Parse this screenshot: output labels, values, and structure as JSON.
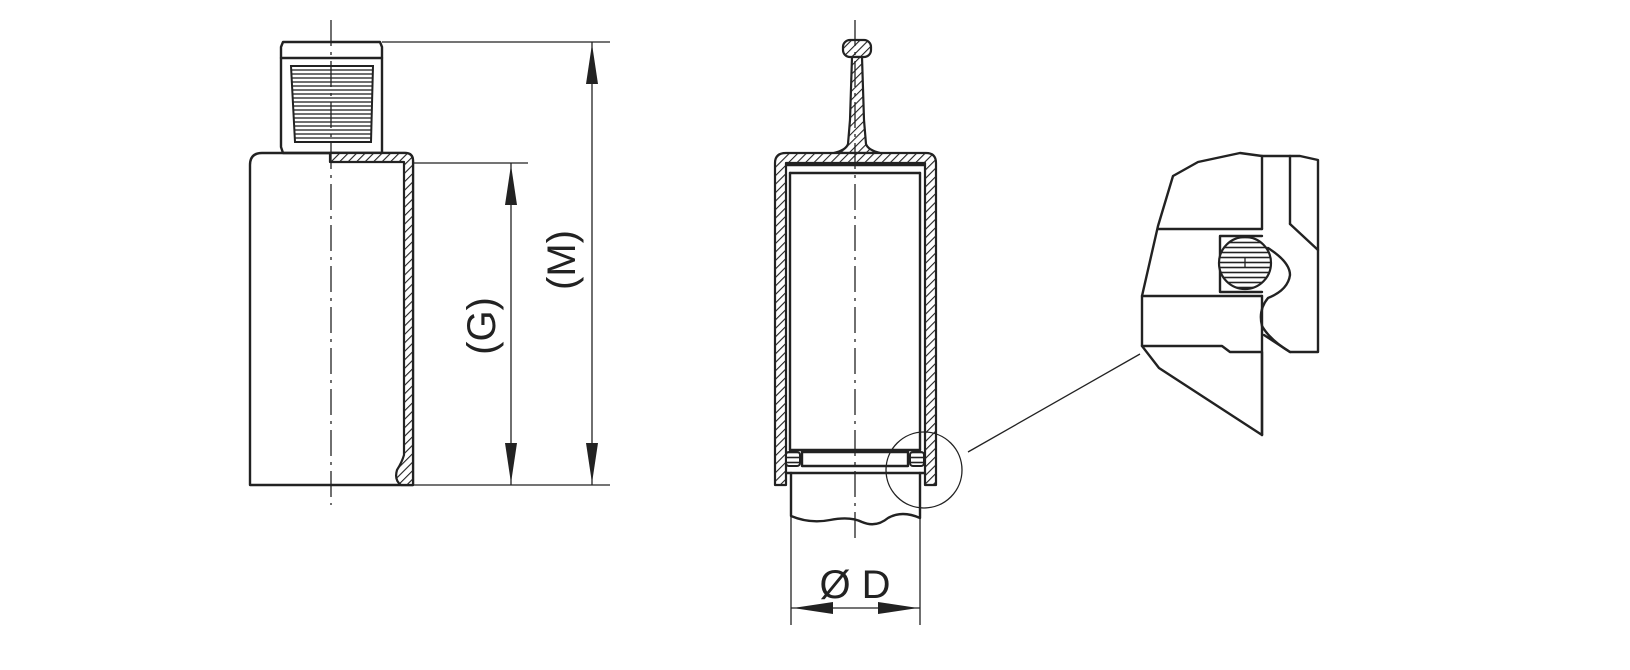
{
  "diagram": {
    "dimension_labels": {
      "overall_height": "(M)",
      "body_height": "(G)",
      "diameter": "Ø D"
    },
    "colors": {
      "line": "#222222",
      "background": "#ffffff"
    }
  }
}
